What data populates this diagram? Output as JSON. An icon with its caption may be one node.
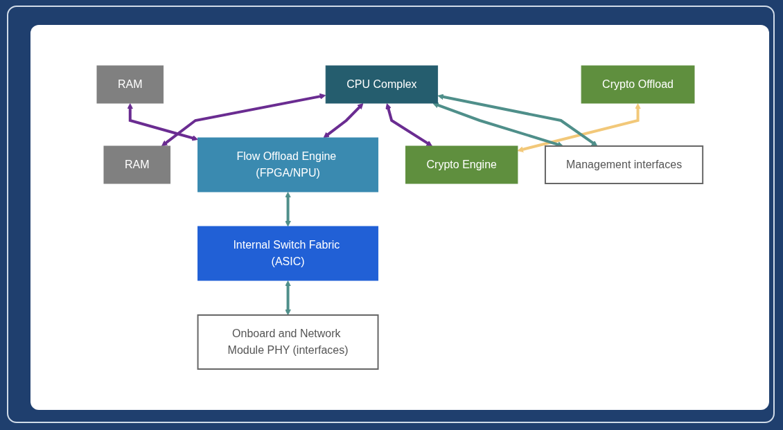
{
  "diagram": {
    "nodes": [
      {
        "text": [
          "CPU Complex"
        ]
      },
      {
        "text": [
          "RAM"
        ]
      },
      {
        "text": [
          "RAM"
        ]
      },
      {
        "text": [
          "Flow Offload Engine (FPGA/NPU)"
        ]
      },
      {
        "text": [
          "Crypto Offload"
        ]
      },
      {
        "text": [
          "Crypto Engine"
        ]
      },
      {
        "text": [
          "Internal Switch Fabric (ASIC)"
        ]
      },
      {
        "text": [
          "Management interfaces"
        ]
      },
      {
        "text": [
          "Onboard and Network Module PHY (interfaces)"
        ]
      }
    ],
    "edges": [
      {
        "from": 0,
        "to": 1,
        "arrow": "both"
      },
      {
        "from": 0,
        "to": 3,
        "arrow": "both"
      },
      {
        "from": 0,
        "to": 5,
        "arrow": "both"
      },
      {
        "from": 2,
        "to": 3,
        "arrow": "both"
      },
      {
        "from": 4,
        "to": 5,
        "arrow": "both",
        "color": "#f2c879"
      },
      {
        "from": 3,
        "to": 6,
        "arrow": "both",
        "color": "#4f8f8a"
      },
      {
        "from": 6,
        "to": 8,
        "arrow": "both",
        "color": "#4f8f8a"
      },
      {
        "from": 0,
        "to": 7,
        "arrow": "both",
        "color": "#4f8f8a"
      },
      {
        "from": 0,
        "to": 7,
        "arrow": "both",
        "color": "#4f8f8a"
      }
    ]
  }
}
